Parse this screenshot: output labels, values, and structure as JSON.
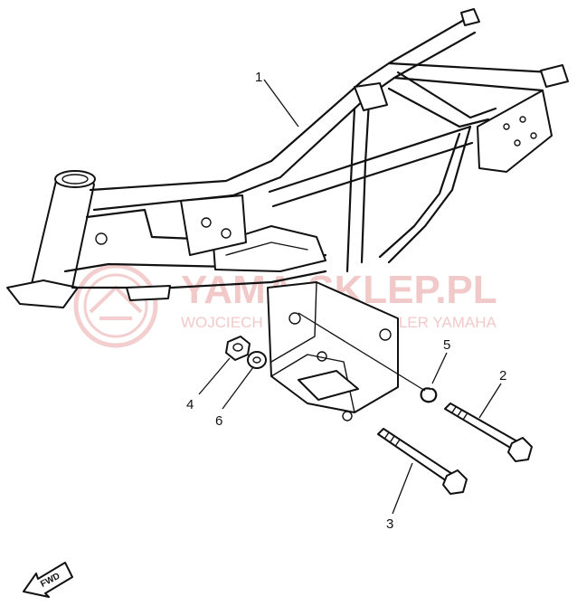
{
  "diagram": {
    "labels": {
      "part_1": "1",
      "part_2": "2",
      "part_3": "3",
      "part_4": "4",
      "part_5": "5",
      "part_6": "6"
    },
    "fwd_label": "FWD",
    "watermark": {
      "line1": "YAMA-SKLEP.PL",
      "line2": "WOJCIECH KACZMAREK DEALER YAMAHA",
      "color": "#f2c9c9"
    },
    "line_color": "#111111"
  }
}
